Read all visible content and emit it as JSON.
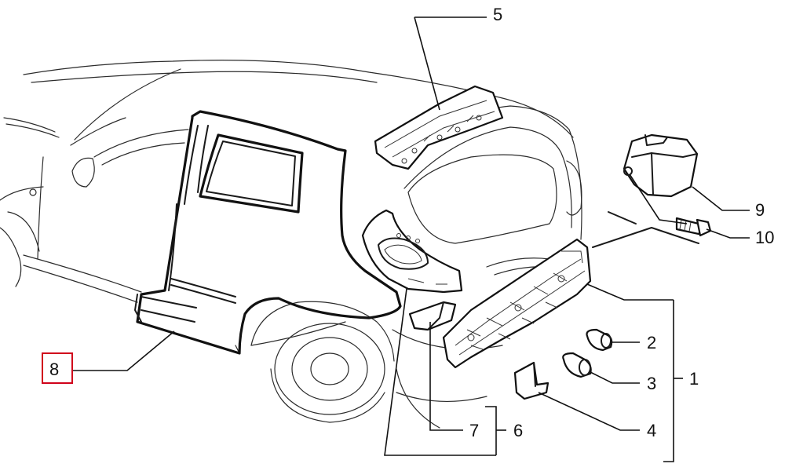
{
  "callouts": {
    "c1": "1",
    "c2": "2",
    "c3": "3",
    "c4": "4",
    "c5": "5",
    "c6": "6",
    "c7": "7",
    "c8": "8",
    "c9": "9",
    "c10": "10"
  },
  "highlight": {
    "target": "8",
    "color": "#d0021b"
  }
}
